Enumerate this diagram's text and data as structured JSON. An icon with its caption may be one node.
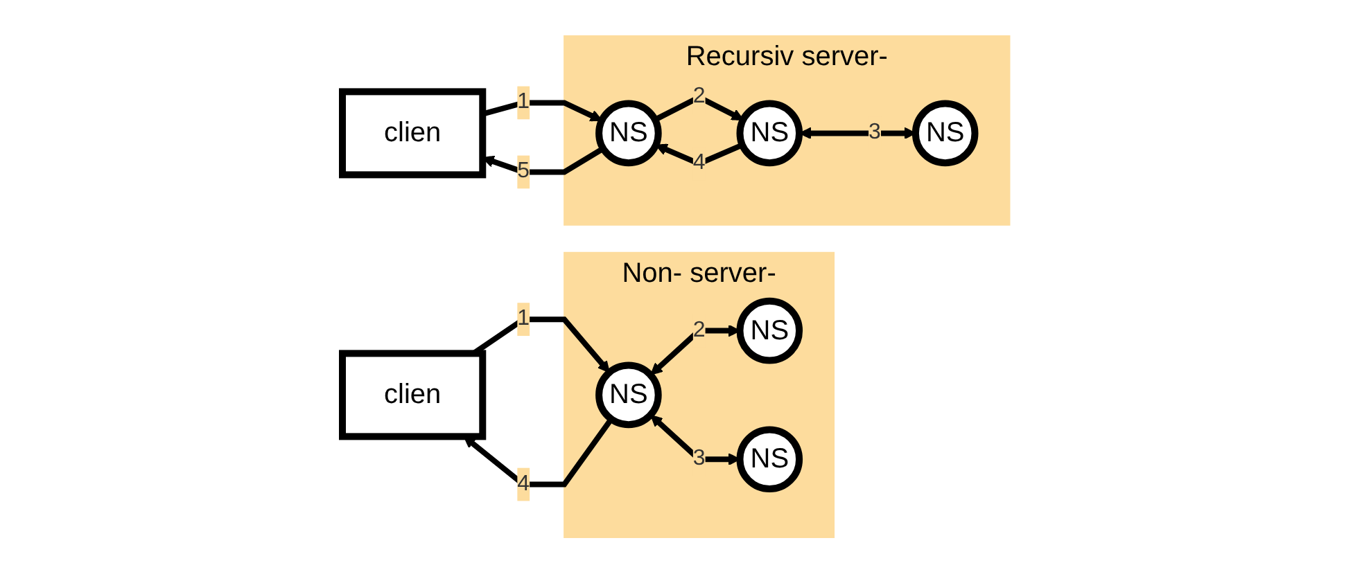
{
  "diagram": {
    "nodes": [
      {
        "text": [
          "clien"
        ]
      },
      {
        "text": [
          "Non- server-"
        ]
      },
      {
        "text": [
          "NS"
        ],
        "in": 1
      },
      {
        "text": [
          "NS"
        ],
        "in": 1
      },
      {
        "text": [
          "NS"
        ],
        "in": 1
      },
      {
        "text": [
          "clien"
        ]
      },
      {
        "text": [
          "Recursiv server-"
        ]
      },
      {
        "text": [
          "NS"
        ],
        "in": 6
      },
      {
        "text": [
          "NS"
        ],
        "in": 6
      },
      {
        "text": [
          "NS"
        ],
        "in": 6
      }
    ],
    "edges": [
      {
        "from": 0,
        "to": 2,
        "arrow": "to",
        "label": "1"
      },
      {
        "from": 2,
        "to": 3,
        "arrow": "both",
        "label": "2"
      },
      {
        "from": 2,
        "to": 4,
        "arrow": "both",
        "label": "3"
      },
      {
        "from": 2,
        "to": 0,
        "arrow": "to",
        "label": "4"
      },
      {
        "from": 5,
        "to": 7,
        "arrow": "to",
        "label": "1"
      },
      {
        "from": 7,
        "to": 8,
        "arrow": "to",
        "label": "2"
      },
      {
        "from": 8,
        "to": 9,
        "arrow": "both",
        "label": "3"
      },
      {
        "from": 8,
        "to": 7,
        "arrow": "to",
        "label": "4"
      },
      {
        "from": 7,
        "to": 5,
        "arrow": "to",
        "label": "5"
      }
    ]
  }
}
